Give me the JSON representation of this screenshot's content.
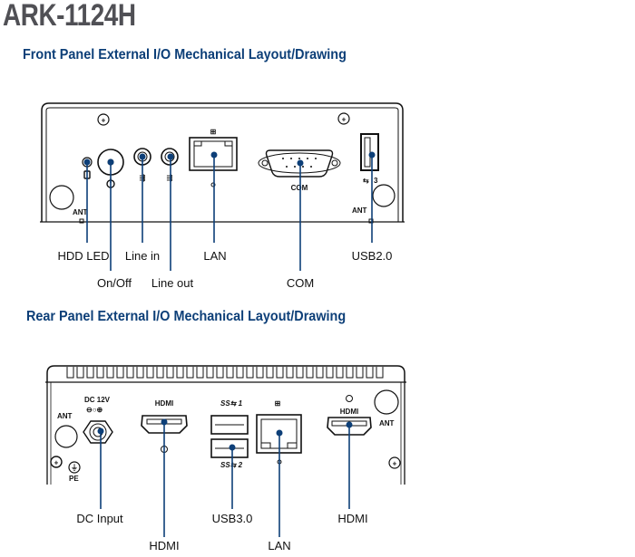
{
  "title": "ARK-1124H",
  "front": {
    "heading": "Front Panel External I/O Mechanical Layout/Drawing",
    "panel_marks": {
      "ant_left": "ANT",
      "ant_right": "ANT",
      "com": "COM",
      "usb_num": "3"
    },
    "labels": {
      "hdd_led": "HDD LED",
      "on_off": "On/Off",
      "line_in": "Line in",
      "line_out": "Line out",
      "lan": "LAN",
      "com": "COM",
      "usb": "USB2.0"
    }
  },
  "rear": {
    "heading": "Rear Panel External I/O Mechanical Layout/Drawing",
    "panel_marks": {
      "ant_left": "ANT",
      "ant_right": "ANT",
      "dc": "DC 12V",
      "hdmi1": "HDMI",
      "hdmi2": "HDMI",
      "pe": "PE",
      "usb1": "1",
      "usb2": "2"
    },
    "labels": {
      "dc_input": "DC Input",
      "hdmi_left": "HDMI",
      "usb3": "USB3.0",
      "lan": "LAN",
      "hdmi_right": "HDMI"
    }
  },
  "colors": {
    "title": "#505055",
    "heading": "#0d3f78",
    "leader": "#0d3f78"
  }
}
